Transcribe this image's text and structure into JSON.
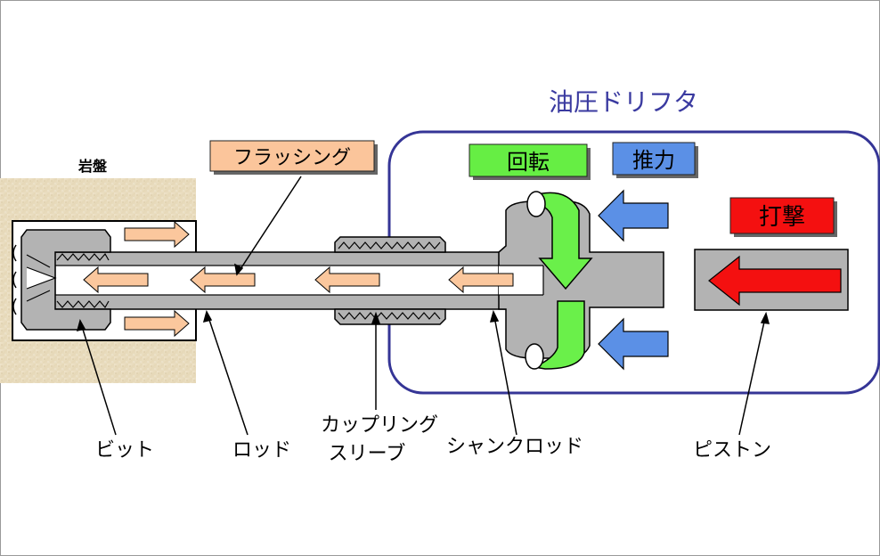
{
  "title": "油圧ドリフタ",
  "rock_label": "岩盤",
  "flushing_label": "フラッシング",
  "rotation_label": "回転",
  "thrust_label": "推力",
  "impact_label": "打撃",
  "parts": {
    "bit": "ビット",
    "rod": "ロッド",
    "coupling_line1": "カップリング",
    "coupling_line2": "スリーブ",
    "shank_rod": "シャンクロッド",
    "piston": "ピストン"
  },
  "colors": {
    "rock": "#e9dcc0",
    "steel": "#b3b3b3",
    "flush_arrow": "#fbc79d",
    "flush_box": "#fbc59b",
    "rotation_box": "#66ee44",
    "rotation_arrow": "#6af04a",
    "thrust": "#5b90e6",
    "impact": "#f41010",
    "drifter_border": "#353596",
    "title_color": "#3a3aa0"
  },
  "icons": {
    "rotation": "curved-rotation-arrow",
    "thrust": "left-arrow",
    "impact": "left-arrow",
    "flushing": "left-arrow"
  }
}
